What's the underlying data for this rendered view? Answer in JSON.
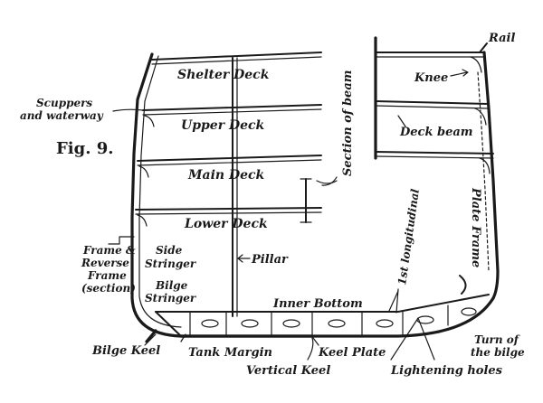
{
  "figure_label": "Fig. 9.",
  "labels": {
    "scuppers": [
      "Scuppers",
      "and waterway"
    ],
    "shelter_deck": "Shelter Deck",
    "upper_deck": "Upper Deck",
    "main_deck": "Main Deck",
    "lower_deck": "Lower Deck",
    "section_of_beam": "Section of beam",
    "rail": "Rail",
    "knee": "Knee",
    "deck_beam": "Deck beam",
    "plate_frame": "Plate Frame",
    "first_longitudinal": "1st longitudinal",
    "frame_reverse": [
      "Frame &",
      "Reverse",
      "Frame",
      "(section)"
    ],
    "side_stringer": [
      "Side",
      "Stringer"
    ],
    "bilge_stringer": [
      "Bilge",
      "Stringer"
    ],
    "pillar": "Pillar",
    "inner_bottom": "Inner Bottom",
    "bilge_keel": "Bilge Keel",
    "tank_margin": "Tank Margin",
    "keel_plate": "Keel Plate",
    "vertical_keel": "Vertical Keel",
    "lightening_holes": "Lightening holes",
    "turn_of_bilge": [
      "Turn of",
      "the bilge"
    ]
  }
}
